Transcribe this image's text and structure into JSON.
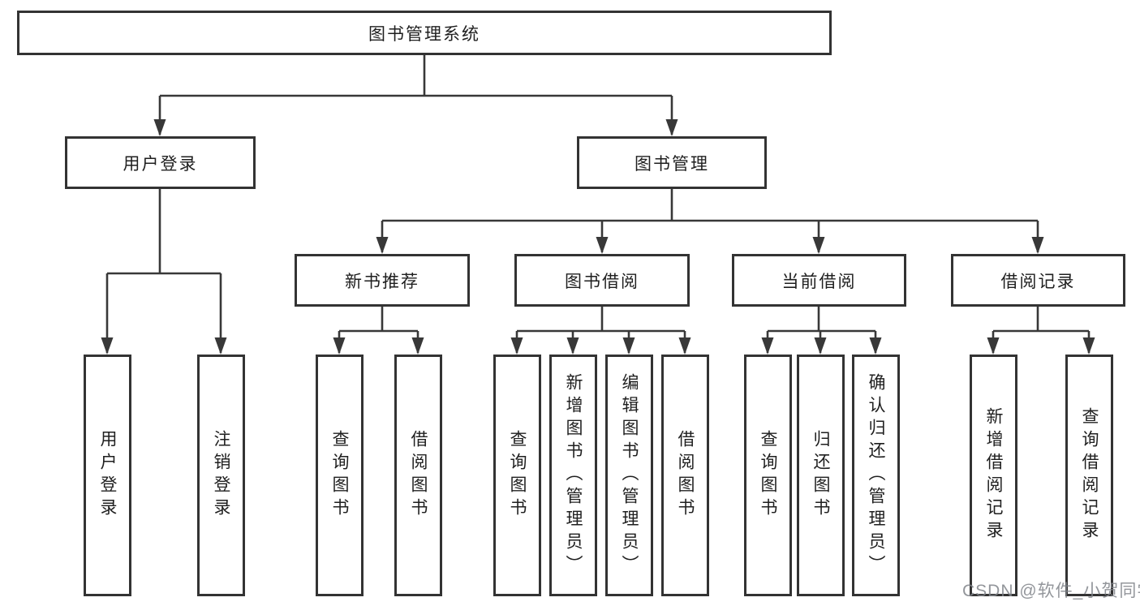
{
  "diagram": {
    "root": {
      "label": "图书管理系统"
    },
    "level2": [
      {
        "label": "用户登录",
        "parent": "图书管理系统"
      },
      {
        "label": "图书管理",
        "parent": "图书管理系统"
      }
    ],
    "level3": [
      {
        "label": "新书推荐",
        "parent": "图书管理"
      },
      {
        "label": "图书借阅",
        "parent": "图书管理"
      },
      {
        "label": "当前借阅",
        "parent": "图书管理"
      },
      {
        "label": "借阅记录",
        "parent": "图书管理"
      }
    ],
    "leaves": [
      {
        "label": "用户登录",
        "parent": "用户登录"
      },
      {
        "label": "注销登录",
        "parent": "用户登录"
      },
      {
        "label": "查询图书",
        "parent": "新书推荐"
      },
      {
        "label": "借阅图书",
        "parent": "新书推荐"
      },
      {
        "label": "查询图书",
        "parent": "图书借阅"
      },
      {
        "label": "新增图书（管理员）",
        "parent": "图书借阅"
      },
      {
        "label": "编辑图书（管理员）",
        "parent": "图书借阅"
      },
      {
        "label": "借阅图书",
        "parent": "图书借阅"
      },
      {
        "label": "查询图书",
        "parent": "当前借阅"
      },
      {
        "label": "归还图书",
        "parent": "当前借阅"
      },
      {
        "label": "确认归还（管理员）",
        "parent": "当前借阅"
      },
      {
        "label": "新增借阅记录",
        "parent": "借阅记录"
      },
      {
        "label": "查询借阅记录",
        "parent": "借阅记录"
      }
    ]
  },
  "watermark": "CSDN @软件_小贺同学",
  "colors": {
    "line": "#383838",
    "border": "#333333",
    "text": "#1f1f1f",
    "watermark": "#80848a",
    "background": "#ffffff"
  }
}
